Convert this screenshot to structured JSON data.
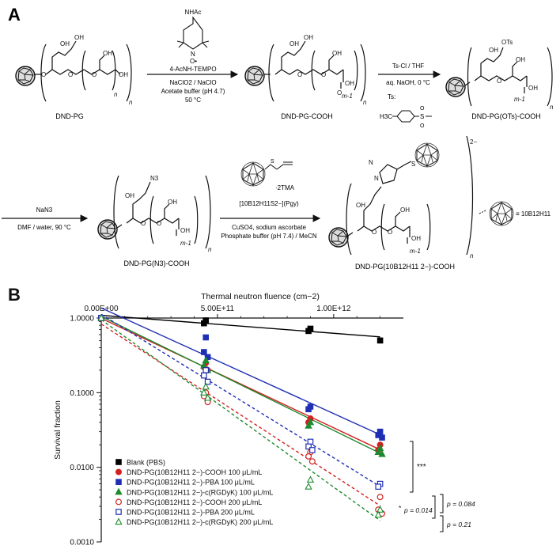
{
  "panel_a": {
    "letter": "A",
    "compounds": {
      "dnd_pg": "DND-PG",
      "dnd_pg_cooh": "DND-PG-COOH",
      "dnd_pg_ots_cooh": "DND-PG(OTs)-COOH",
      "dnd_pg_n3_cooh": "DND-PG(N3)-COOH",
      "dnd_pg_b12_cooh": "DND-PG(10B12H11 2−)-COOH"
    },
    "step1": {
      "reagent_top": "NHAc",
      "reagent_name": "4-AcNH-TEMPO",
      "cond1": "NaClO2 / NaClO",
      "cond2": "Acetate buffer (pH 4.7)",
      "cond3": "50 °C"
    },
    "step2": {
      "cond1": "Ts-Cl / THF",
      "cond2": "aq. NaOH, 0 °C",
      "ts_label": "Ts:",
      "ts_group": "H3C"
    },
    "step3": {
      "cond1": "NaN3",
      "cond2": "DMF / water, 90 °C"
    },
    "step4": {
      "reagent_salt": "·2TMA",
      "reagent_name": "[10B12H11S2−](Pgy)",
      "cond1": "CuSO4, sodium ascorbate",
      "cond2": "Phosphate buffer (pH 7.4) / MeCN"
    },
    "legend_cluster": "≡ 10B12H11",
    "charge": "2−",
    "labels": {
      "oh": "OH",
      "o": "O",
      "n": "n",
      "m1": "m-1",
      "ots": "OTs",
      "n3": "N3"
    }
  },
  "panel_b": {
    "letter": "B"
  },
  "chart_data": {
    "type": "scatter",
    "xlabel_top": "Thermal neutron fluence (cm−2)",
    "ylabel": "Survival fraction",
    "x_ticks": [
      "0.00E+00",
      "5.00E+11",
      "1.00E+12"
    ],
    "y_ticks": [
      "1.0000",
      "0.1000",
      "0.0100",
      "0.0010"
    ],
    "xlim": [
      0,
      1300000000000
    ],
    "ylim": [
      0.001,
      1.0
    ],
    "y_scale": "log",
    "legend_position": "bottom-left",
    "x": [
      0,
      450000000000,
      900000000000,
      1200000000000
    ],
    "series": [
      {
        "name": "Blank (PBS)",
        "color": "#000000",
        "marker": "square-filled",
        "line": "solid",
        "values": [
          [
            1.0
          ],
          [
            0.93,
            0.85
          ],
          [
            0.72,
            0.67
          ],
          [
            0.5
          ]
        ]
      },
      {
        "name": "DND-PG(10B12H11 2−)-COOH 100 μL/mL",
        "color": "#d32020",
        "marker": "circle-filled",
        "line": "solid",
        "values": [
          [
            1.0
          ],
          [
            0.25,
            0.22,
            0.2
          ],
          [
            0.045,
            0.04
          ],
          [
            0.02,
            0.017
          ]
        ]
      },
      {
        "name": "DND-PG(10B12H11 2−)-PBA 100 μL/mL",
        "color": "#1f2fb5",
        "marker": "square-filled",
        "line": "solid",
        "values": [
          [
            1.0
          ],
          [
            0.55,
            0.35,
            0.3
          ],
          [
            0.065,
            0.06
          ],
          [
            0.03,
            0.027,
            0.025
          ]
        ]
      },
      {
        "name": "DND-PG(10B12H11 2−)-c(RGDyK) 100 μL/mL",
        "color": "#1e8a2e",
        "marker": "triangle-filled",
        "line": "solid",
        "values": [
          [
            1.0
          ],
          [
            0.27,
            0.23,
            0.2
          ],
          [
            0.04,
            0.036
          ],
          [
            0.018,
            0.016,
            0.015
          ]
        ]
      },
      {
        "name": "DND-PG(10B12H11 2−)-COOH 200 μL/mL",
        "color": "#d32020",
        "marker": "circle-open",
        "line": "dashed",
        "values": [
          [
            1.0
          ],
          [
            0.1,
            0.09,
            0.075
          ],
          [
            0.016,
            0.014,
            0.012
          ],
          [
            0.004,
            0.0027,
            0.0024
          ]
        ]
      },
      {
        "name": "DND-PG(10B12H11 2−)-PBA 200 μL/mL",
        "color": "#1f2fb5",
        "marker": "square-open",
        "line": "dashed",
        "values": [
          [
            1.0
          ],
          [
            0.2,
            0.17,
            0.14
          ],
          [
            0.022,
            0.019,
            0.017
          ],
          [
            0.006,
            0.0055
          ]
        ]
      },
      {
        "name": "DND-PG(10B12H11 2−)-c(RGDyK) 200 μL/mL",
        "color": "#1e8a2e",
        "marker": "triangle-open",
        "line": "dashed",
        "values": [
          [
            1.0
          ],
          [
            0.12,
            0.1,
            0.085
          ],
          [
            0.0068,
            0.0055
          ],
          [
            0.0027,
            0.0023
          ]
        ]
      }
    ],
    "significance": {
      "stars": "***",
      "p1_prefix": "*",
      "p1": "p = 0.014",
      "p2": "p = 0.084",
      "p3": "p = 0.21"
    }
  }
}
